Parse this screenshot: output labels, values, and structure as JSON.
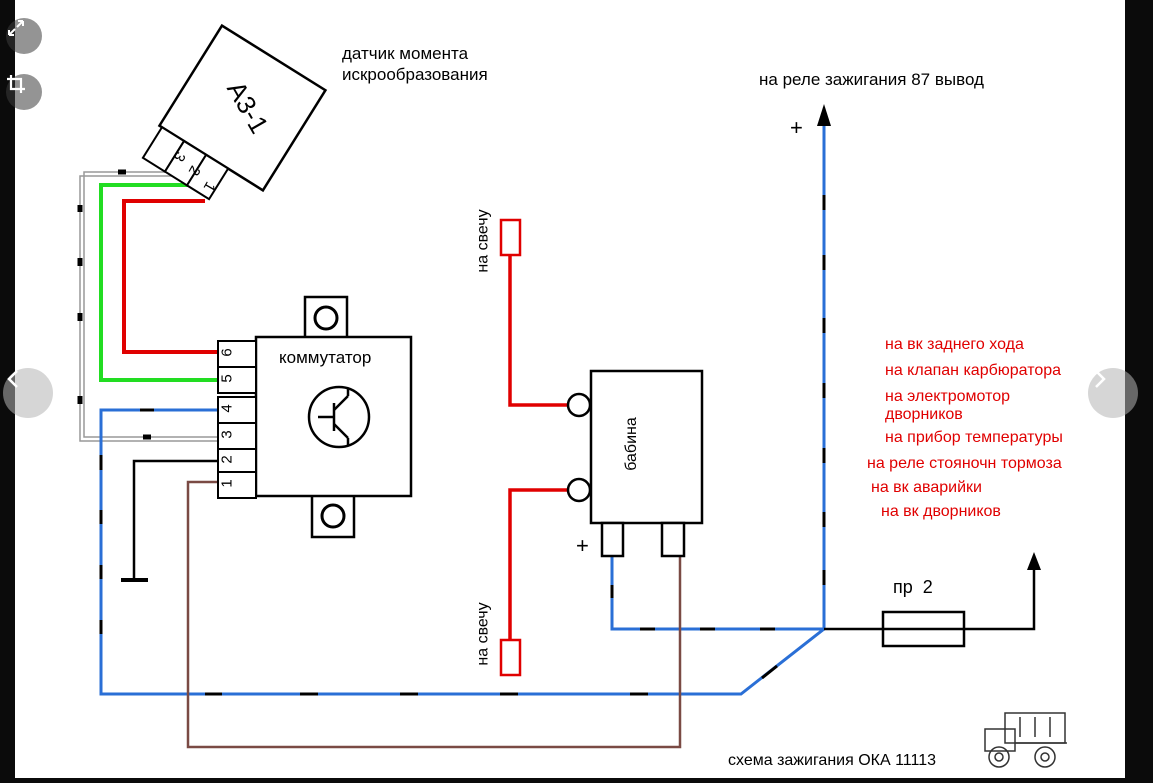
{
  "viewer": {
    "expand_icon": "expand-arrows-icon",
    "crop_icon": "crop-icon",
    "prev_icon": "chevron-left-icon",
    "next_icon": "chevron-right-icon"
  },
  "diagram": {
    "sensor_box_label": "А3-1",
    "sensor_title_line1": "датчик момента",
    "sensor_title_line2": "искрообразования",
    "sensor_pins": [
      "3",
      "2",
      "1"
    ],
    "commutator_label": "коммутатор",
    "commutator_pins": [
      "6",
      "5",
      "4",
      "3",
      "2",
      "1"
    ],
    "coil_label": "бабина",
    "spark_top_label": "на свечу",
    "spark_bottom_label": "на свечу",
    "relay_label": "на реле зажигания 87 вывод",
    "plus_top": "+",
    "plus_coil": "+",
    "fuse_label": "пр  2",
    "red_notes": [
      "на вк заднего хода",
      "на клапан карбюратора",
      "на электромотор",
      "дворников",
      "на прибор температуры",
      "на реле стояночн тормоза",
      "на вк аварийки",
      "на вк дворников"
    ],
    "caption": "схема зажигания ОКА 11113",
    "colors": {
      "red": "#e00000",
      "green": "#22dd22",
      "blue": "#2a6fd6",
      "brown": "#7a4a44",
      "black": "#000000"
    }
  }
}
